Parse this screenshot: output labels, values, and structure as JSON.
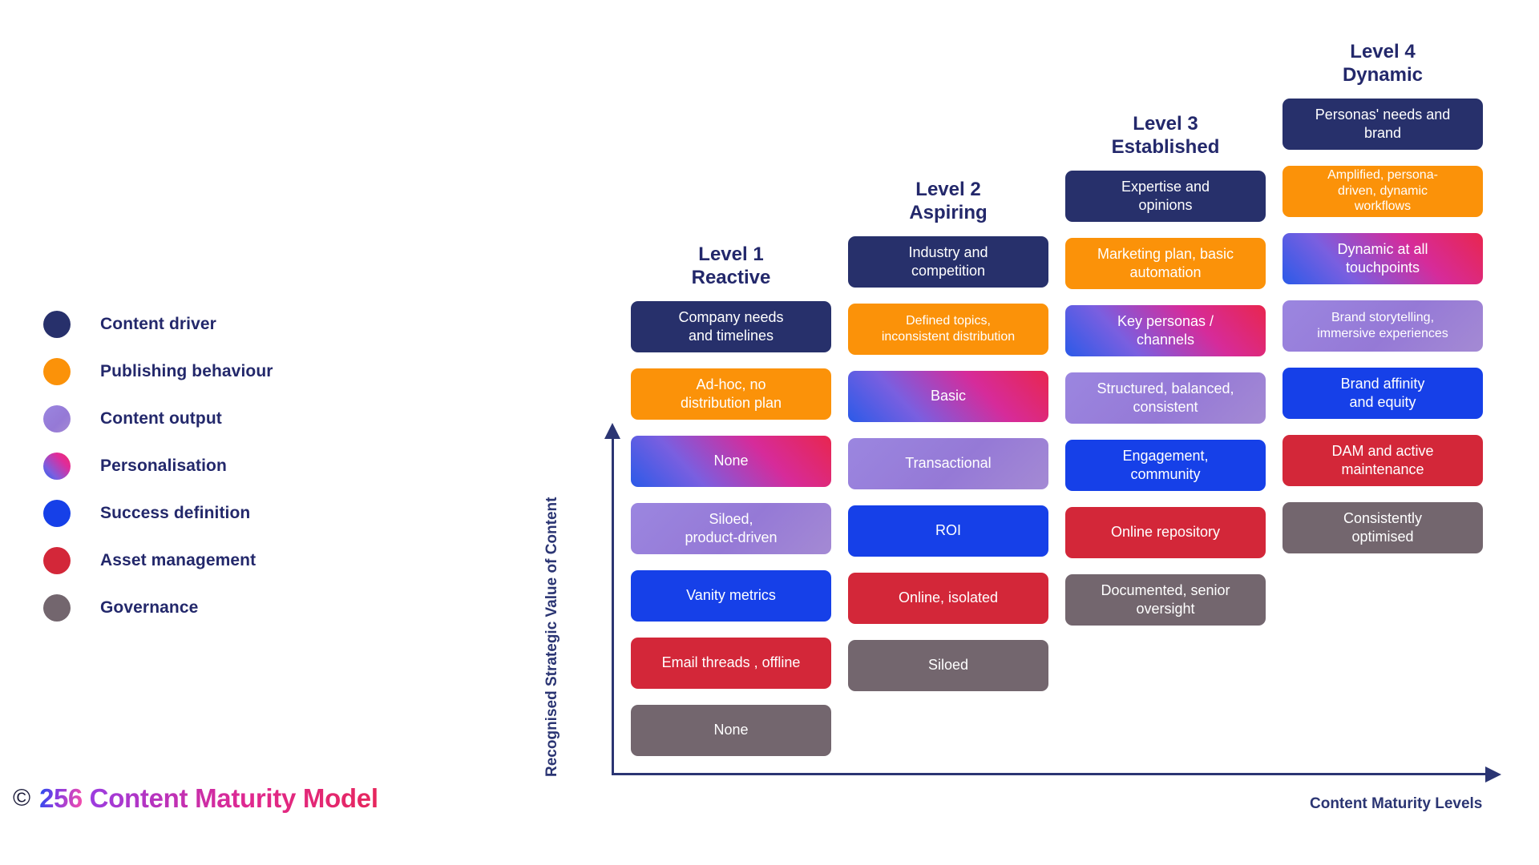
{
  "footer": {
    "copyright_symbol": "©",
    "number": "256",
    "brand_text": "Content Maturity Model"
  },
  "axes": {
    "y_label": "Recognised Strategic Value of Content",
    "x_label": "Content Maturity Levels"
  },
  "legend": {
    "items": [
      {
        "label": "Content driver",
        "key": "driver",
        "color": "#27306b"
      },
      {
        "label": "Publishing behaviour",
        "key": "publishing",
        "color": "#fb9209"
      },
      {
        "label": "Content output",
        "key": "output",
        "color": "#9579d6"
      },
      {
        "label": "Personalisation",
        "key": "personal",
        "color": "#d62b9a"
      },
      {
        "label": "Success definition",
        "key": "success",
        "color": "#1640e8"
      },
      {
        "label": "Asset management",
        "key": "asset",
        "color": "#d32739"
      },
      {
        "label": "Governance",
        "key": "governance",
        "color": "#73666e"
      }
    ]
  },
  "chart_data": {
    "type": "table",
    "title": "Content Maturity Model",
    "xlabel": "Content Maturity Levels",
    "ylabel": "Recognised Strategic Value of Content",
    "row_categories": [
      "Content driver",
      "Publishing behaviour",
      "Content output",
      "Personalisation",
      "Success definition",
      "Asset management",
      "Governance"
    ],
    "categories": [
      "Level 1\nReactive",
      "Level 2\nAspiring",
      "Level 3\nEstablished",
      "Level 4\nDynamic"
    ],
    "columns": [
      {
        "id": "level1",
        "title": "Level 1\nReactive",
        "cells": [
          {
            "category": "driver",
            "text": "Company needs\nand timelines"
          },
          {
            "category": "publishing",
            "text": "Ad-hoc, no\ndistribution plan"
          },
          {
            "category": "personal",
            "text": "None"
          },
          {
            "category": "output",
            "text": "Siloed,\nproduct-driven"
          },
          {
            "category": "success",
            "text": "Vanity metrics"
          },
          {
            "category": "asset",
            "text": "Email threads , offline"
          },
          {
            "category": "governance",
            "text": "None"
          }
        ]
      },
      {
        "id": "level2",
        "title": "Level 2\nAspiring",
        "cells": [
          {
            "category": "driver",
            "text": "Industry and\ncompetition"
          },
          {
            "category": "publishing",
            "text": "Defined topics,\ninconsistent distribution",
            "small": true
          },
          {
            "category": "personal",
            "text": "Basic"
          },
          {
            "category": "output",
            "text": "Transactional"
          },
          {
            "category": "success",
            "text": "ROI"
          },
          {
            "category": "asset",
            "text": "Online, isolated"
          },
          {
            "category": "governance",
            "text": "Siloed"
          }
        ]
      },
      {
        "id": "level3",
        "title": "Level 3\nEstablished",
        "cells": [
          {
            "category": "driver",
            "text": "Expertise and\nopinions"
          },
          {
            "category": "publishing",
            "text": "Marketing plan, basic\nautomation"
          },
          {
            "category": "personal",
            "text": "Key personas /\nchannels"
          },
          {
            "category": "output",
            "text": "Structured, balanced,\nconsistent"
          },
          {
            "category": "success",
            "text": "Engagement,\ncommunity"
          },
          {
            "category": "asset",
            "text": "Online repository"
          },
          {
            "category": "governance",
            "text": "Documented, senior\noversight"
          }
        ]
      },
      {
        "id": "level4",
        "title": "Level 4\nDynamic",
        "cells": [
          {
            "category": "driver",
            "text": "Personas' needs and\nbrand"
          },
          {
            "category": "publishing",
            "text": "Amplified, persona-\ndriven, dynamic\nworkflows",
            "small": true
          },
          {
            "category": "personal",
            "text": "Dynamic at all\ntouchpoints"
          },
          {
            "category": "output",
            "text": "Brand storytelling,\nimmersive experiences",
            "small": true
          },
          {
            "category": "success",
            "text": "Brand affinity\nand equity"
          },
          {
            "category": "asset",
            "text": "DAM and active\nmaintenance"
          },
          {
            "category": "governance",
            "text": "Consistently\noptimised"
          }
        ]
      }
    ]
  }
}
